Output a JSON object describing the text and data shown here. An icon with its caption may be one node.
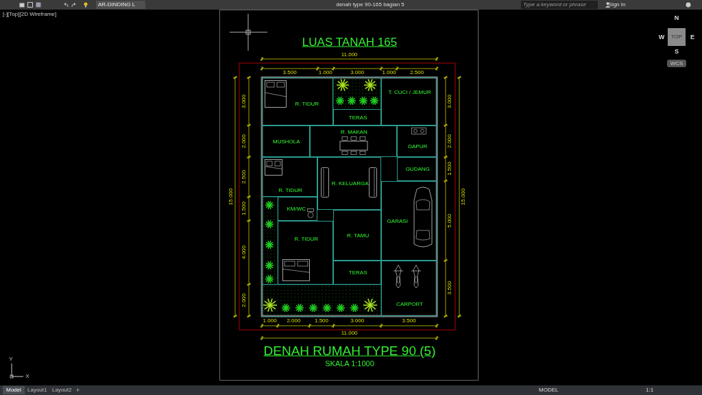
{
  "diagram": {
    "title": "LUAS TANAH 165",
    "caption": "DENAH RUMAH TYPE 90 (5)",
    "nodes": [
      {
        "text": [
          "R. TIDUR"
        ]
      },
      {
        "text": [
          "TERAS"
        ]
      },
      {
        "text": [
          "T. CUCI / JEMUR"
        ]
      },
      {
        "text": [
          "MUSHOLA"
        ]
      },
      {
        "text": [
          "R. MAKAN"
        ]
      },
      {
        "text": [
          "DAPUR"
        ]
      },
      {
        "text": [
          "R. TIDUR"
        ]
      },
      {
        "text": [
          "GUDANG"
        ]
      },
      {
        "text": [
          "R. KELUARGA"
        ]
      },
      {
        "text": [
          "KM/WC"
        ]
      },
      {
        "text": [
          "GARASI"
        ]
      },
      {
        "text": [
          "R. TAMU"
        ]
      },
      {
        "text": [
          "R. TIDUR"
        ]
      },
      {
        "text": [
          "TERAS"
        ]
      },
      {
        "text": [
          "CARPORT"
        ]
      }
    ],
    "labels": [
      "AR-DINDING L",
      "denah type 90-165 bagian 5",
      "Type a keyword or phrase",
      "Sign In",
      "[-][Top][2D Wireframe]",
      "N",
      "W",
      "TOP",
      "E",
      "S",
      "WCS",
      "11.000",
      "3.500",
      "1.000",
      "3.000",
      "1.000",
      "2.500",
      "15.000",
      "3.000",
      "2.000",
      "2.500",
      "1.500",
      "4.000",
      "2.000",
      "15.000",
      "3.000",
      "2.000",
      "1.500",
      "5.000",
      "3.500",
      "1.000",
      "2.000",
      "1.500",
      "3.000",
      "3.500",
      "11.000",
      "SKALA 1:1000",
      "Y",
      "X",
      "Model",
      "Layout1",
      "Layout2",
      "+",
      "MODEL",
      "1:1"
    ]
  }
}
